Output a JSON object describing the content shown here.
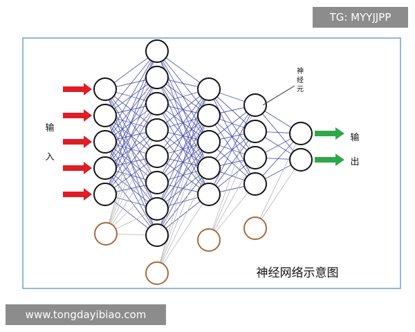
{
  "diagram": {
    "title": "神经网络示意图",
    "input_label_chars": [
      "输",
      "入"
    ],
    "output_label_chars": [
      "输",
      "出"
    ],
    "neuron_callout_chars": [
      "神",
      "经",
      "元"
    ],
    "layers": [
      {
        "neurons": 5,
        "bias": true
      },
      {
        "neurons": 8,
        "bias": true
      },
      {
        "neurons": 5,
        "bias": true
      },
      {
        "neurons": 4,
        "bias": true
      },
      {
        "neurons": 2,
        "bias": false
      }
    ],
    "input_arrows": 5,
    "output_arrows": 2,
    "colors": {
      "connection": "#3a3fa8",
      "bias_connection": "#b5b5b5",
      "neuron_stroke": "#111111",
      "bias_stroke": "#a8683a",
      "input_arrow": "#e01c24",
      "output_arrow": "#2fa84a",
      "frame": "#6f9fd0"
    }
  },
  "watermarks": {
    "top_right": "TG: MYYJJPP",
    "bottom_left": "www.tongdayibiao.com"
  }
}
